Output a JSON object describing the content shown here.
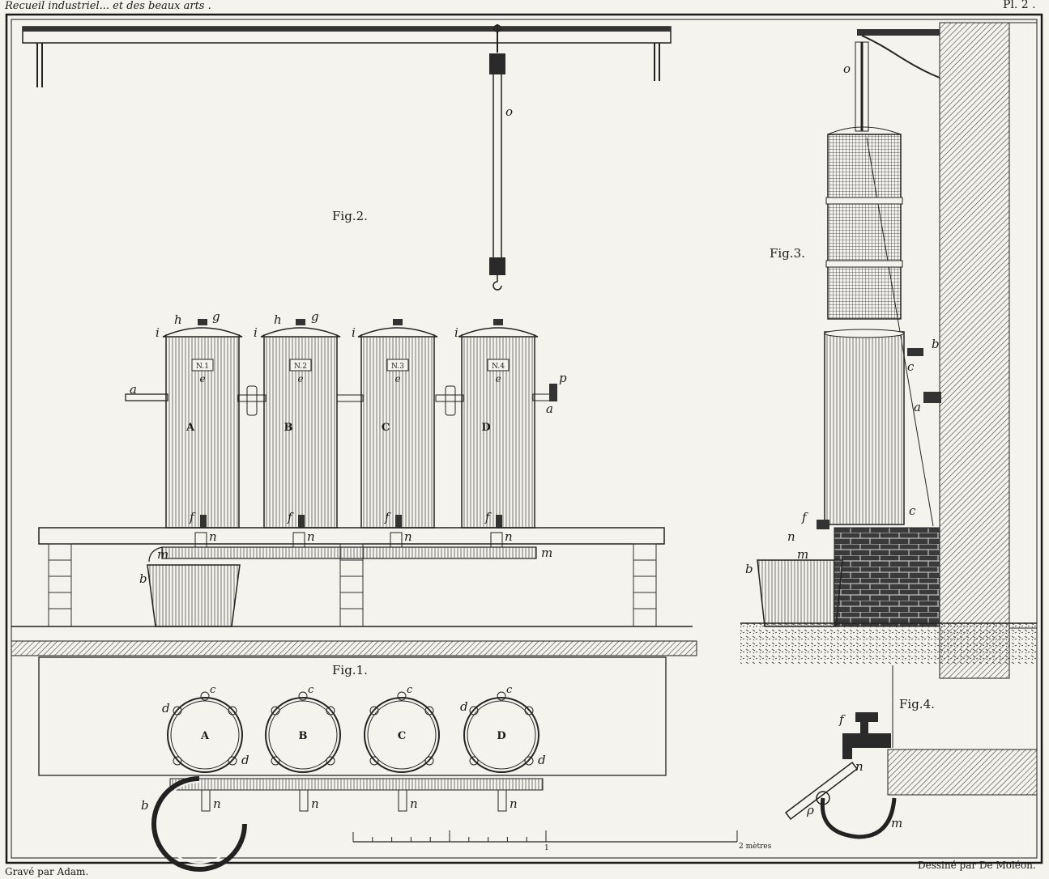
{
  "header": {
    "left": "Recueil industriel... et des beaux arts .",
    "right": "Pl. 2 ."
  },
  "footer": {
    "left": "Gravé par Adam.",
    "right": "Dessiné par De Moléon."
  },
  "figures": {
    "fig1": "Fig.1.",
    "fig2": "Fig.2.",
    "fig3": "Fig.3.",
    "fig4": "Fig.4."
  },
  "tanks": [
    {
      "letter": "A",
      "number": "N.1"
    },
    {
      "letter": "B",
      "number": "N.2"
    },
    {
      "letter": "C",
      "number": "N.3"
    },
    {
      "letter": "D",
      "number": "N.4"
    }
  ],
  "labels": {
    "a": "a",
    "b": "b",
    "c": "c",
    "d": "d",
    "e": "e",
    "f": "f",
    "g": "g",
    "h": "h",
    "i": "i",
    "m": "m",
    "n": "n",
    "o": "o",
    "p": "p",
    "rho": "ρ"
  },
  "scale": {
    "one": "1",
    "two": "2 mètres"
  }
}
